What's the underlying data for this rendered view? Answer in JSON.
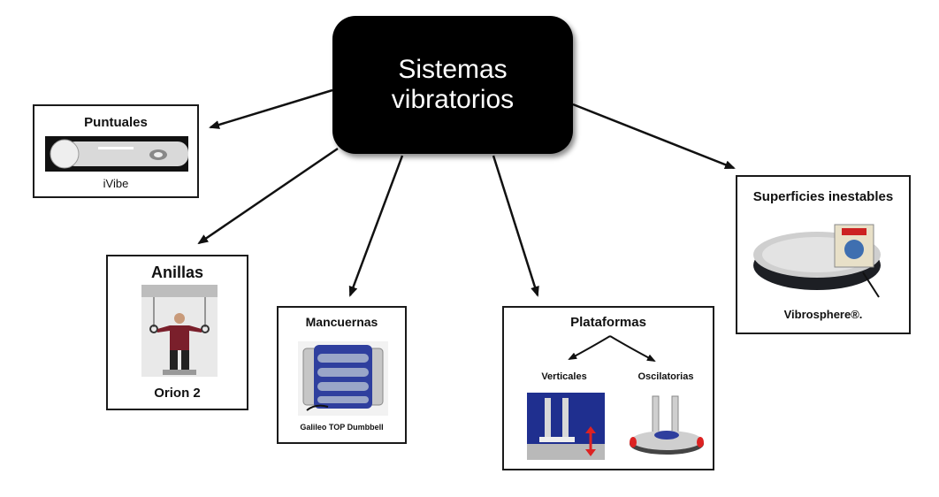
{
  "root": {
    "label": "Sistemas vibratorios"
  },
  "nodes": {
    "puntuales": {
      "title": "Puntuales",
      "caption": "iVibe"
    },
    "anillas": {
      "title": "Anillas",
      "caption": "Orion 2"
    },
    "mancuernas": {
      "title": "Mancuernas",
      "caption": "Galileo TOP Dumbbell"
    },
    "plataformas": {
      "title": "Plataformas",
      "sub_left": "Verticales",
      "sub_right": "Oscilatorias"
    },
    "superficies": {
      "title": "Superficies inestables",
      "caption": "Vibrosphere®."
    }
  },
  "colors": {
    "root_fill": "#000000",
    "border": "#1a1a1a",
    "arrow": "#111111"
  },
  "icons": {
    "puntuales": "handheld-massager-icon",
    "anillas": "person-with-rings-icon",
    "mancuernas": "dumbbell-icon",
    "verticales": "vertical-platform-icon",
    "oscilatorias": "oscillating-platform-icon",
    "superficies": "vibrosphere-disc-icon"
  }
}
